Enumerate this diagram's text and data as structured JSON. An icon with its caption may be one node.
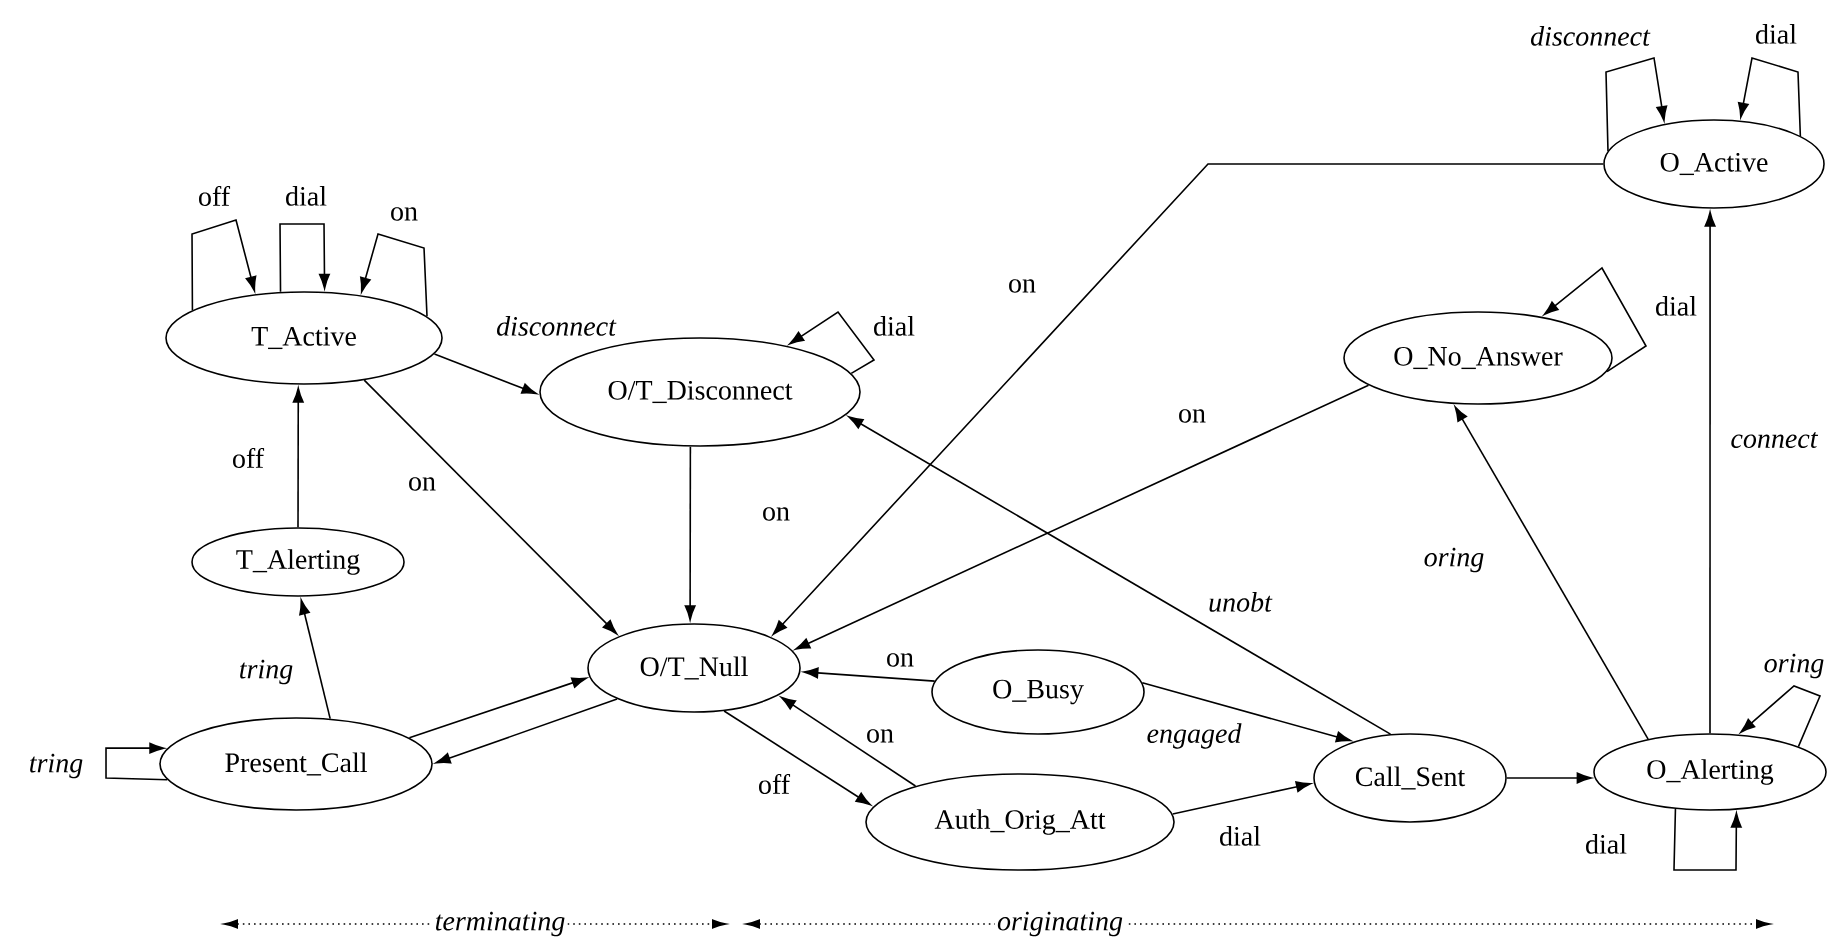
{
  "diagram": {
    "nodes": [
      {
        "text": [
          "O_Active"
        ]
      },
      {
        "text": [
          "T_Active"
        ]
      },
      {
        "text": [
          "O_No_Answer"
        ]
      },
      {
        "text": [
          "O/T_Disconnect"
        ]
      },
      {
        "text": [
          "T_Alerting"
        ]
      },
      {
        "text": [
          "O/T_Null"
        ]
      },
      {
        "text": [
          "O_Busy"
        ]
      },
      {
        "text": [
          "Present_Call"
        ]
      },
      {
        "text": [
          "O_Alerting"
        ]
      },
      {
        "text": [
          "Call_Sent"
        ]
      },
      {
        "text": [
          "Auth_Orig_Att"
        ]
      }
    ],
    "edges": [
      {
        "from": 1,
        "to": 1,
        "arrow": "to",
        "label": "off"
      },
      {
        "from": 1,
        "to": 1,
        "arrow": "to",
        "label": "dial"
      },
      {
        "from": 1,
        "to": 1,
        "arrow": "to",
        "label": "on"
      },
      {
        "from": 1,
        "to": 3,
        "arrow": "to",
        "label": "disconnect"
      },
      {
        "from": 3,
        "to": 3,
        "arrow": "to",
        "label": "dial"
      },
      {
        "from": 1,
        "to": 5,
        "arrow": "to",
        "label": "on"
      },
      {
        "from": 3,
        "to": 5,
        "arrow": "to",
        "label": "on"
      },
      {
        "from": 0,
        "to": 0,
        "arrow": "to",
        "label": "disconnect"
      },
      {
        "from": 0,
        "to": 0,
        "arrow": "to",
        "label": "dial"
      },
      {
        "from": 0,
        "to": 5,
        "arrow": "to",
        "label": "on"
      },
      {
        "from": 2,
        "to": 2,
        "arrow": "to",
        "label": "dial"
      },
      {
        "from": 2,
        "to": 5,
        "arrow": "to",
        "label": "on"
      },
      {
        "from": 4,
        "to": 1,
        "arrow": "to",
        "label": "off"
      },
      {
        "from": 7,
        "to": 4,
        "arrow": "to",
        "label": "tring"
      },
      {
        "from": 7,
        "to": 7,
        "arrow": "to",
        "label": "tring"
      },
      {
        "from": 7,
        "to": 5,
        "arrow": "to"
      },
      {
        "from": 5,
        "to": 7,
        "arrow": "to"
      },
      {
        "from": 6,
        "to": 5,
        "arrow": "to",
        "label": "on"
      },
      {
        "from": 5,
        "to": 10,
        "arrow": "to",
        "label": "off"
      },
      {
        "from": 10,
        "to": 5,
        "arrow": "to",
        "label": "on"
      },
      {
        "from": 6,
        "to": 9,
        "arrow": "to",
        "label": "engaged"
      },
      {
        "from": 10,
        "to": 9,
        "arrow": "to",
        "label": "dial"
      },
      {
        "from": 9,
        "to": 3,
        "arrow": "to",
        "label": "unobt"
      },
      {
        "from": 9,
        "to": 8,
        "arrow": "to"
      },
      {
        "from": 8,
        "to": 2,
        "arrow": "to",
        "label": "oring"
      },
      {
        "from": 8,
        "to": 0,
        "arrow": "to",
        "label": "connect"
      },
      {
        "from": 8,
        "to": 8,
        "arrow": "to",
        "label": "oring"
      },
      {
        "from": 8,
        "to": 8,
        "arrow": "to",
        "label": "dial"
      }
    ],
    "labels": [
      "terminating",
      "originating"
    ]
  }
}
